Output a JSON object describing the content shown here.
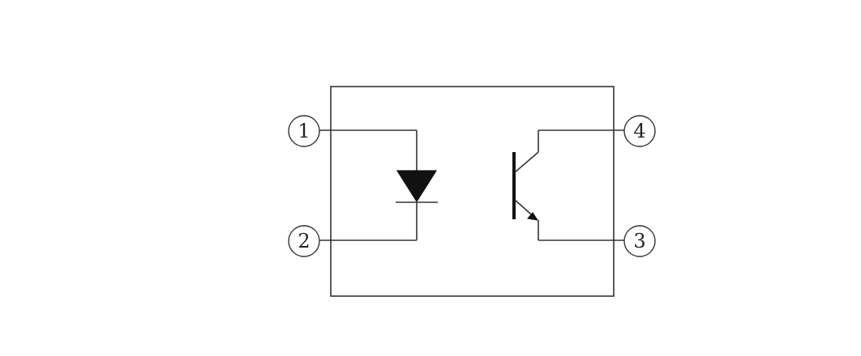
{
  "diagram": {
    "pins": [
      {
        "id": "pin-1",
        "label": "1"
      },
      {
        "id": "pin-2",
        "label": "2"
      },
      {
        "id": "pin-3",
        "label": "3"
      },
      {
        "id": "pin-4",
        "label": "4"
      }
    ],
    "components": {
      "emitter_side": "led-diode-symbol",
      "detector_side": "phototransistor-symbol"
    },
    "colors": {
      "line": "#333333",
      "fill": "#111111",
      "background": "#ffffff"
    }
  }
}
